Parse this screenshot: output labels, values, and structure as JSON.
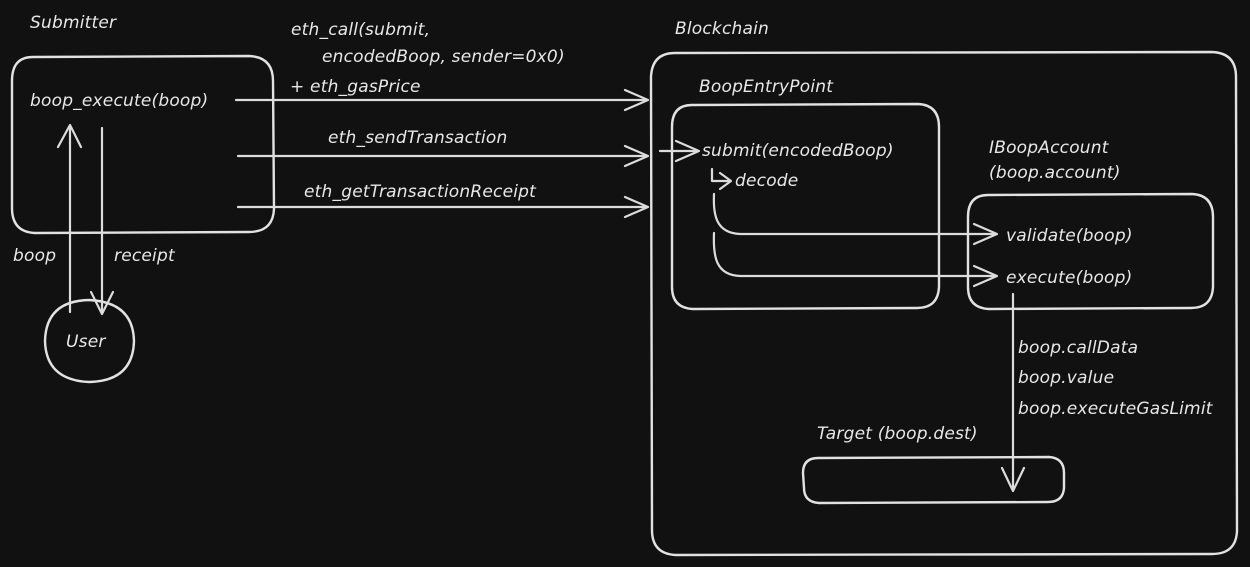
{
  "diagram": {
    "title_visible": false,
    "background_color": "#111111",
    "stroke_color": "#dcdcdc",
    "text_color": "#e8e8e8",
    "groups": {
      "submitter": {
        "label": "Submitter",
        "inner_label": "boop_execute(boop)"
      },
      "blockchain": {
        "label": "Blockchain"
      },
      "boop_entry_point": {
        "label": "BoopEntryPoint",
        "lines": [
          "submit(encodedBoop)",
          "decode"
        ]
      },
      "iboop_account": {
        "label_line1": "IBoopAccount",
        "label_line2": "(boop.account)",
        "lines": [
          "validate(boop)",
          "execute(boop)"
        ]
      },
      "target": {
        "label": "Target (boop.dest)"
      },
      "user": {
        "label": "User"
      }
    },
    "edges": {
      "eth_call": {
        "line1": "eth_call(submit,",
        "line2": "encodedBoop, sender=0x0)",
        "line3": "+ eth_gasPrice"
      },
      "eth_send_transaction": {
        "label": "eth_sendTransaction"
      },
      "eth_get_transaction_receipt": {
        "label": "eth_getTransactionReceipt"
      },
      "user_to_submitter": {
        "label": "boop"
      },
      "submitter_to_user": {
        "label": "receipt"
      },
      "execute_to_target": {
        "line1": "boop.callData",
        "line2": "boop.value",
        "line3": "boop.executeGasLimit"
      }
    }
  }
}
